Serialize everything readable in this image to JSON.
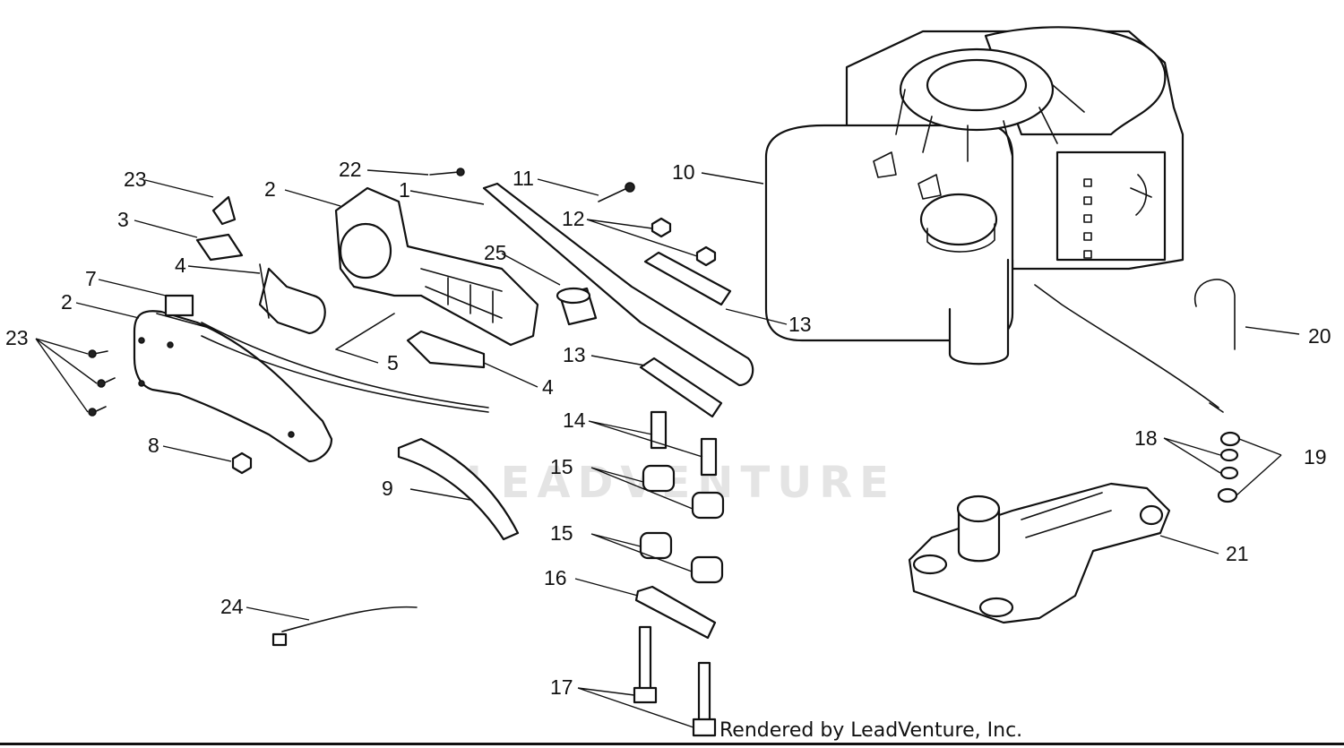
{
  "watermark": "LEADVENTURE",
  "footer": "Rendered by LeadVenture, Inc.",
  "callouts": [
    {
      "id": "c1",
      "text": "1"
    },
    {
      "id": "c2a",
      "text": "2"
    },
    {
      "id": "c2b",
      "text": "2"
    },
    {
      "id": "c3",
      "text": "3"
    },
    {
      "id": "c4a",
      "text": "4"
    },
    {
      "id": "c4b",
      "text": "4"
    },
    {
      "id": "c5",
      "text": "5"
    },
    {
      "id": "c7",
      "text": "7"
    },
    {
      "id": "c8",
      "text": "8"
    },
    {
      "id": "c9",
      "text": "9"
    },
    {
      "id": "c10",
      "text": "10"
    },
    {
      "id": "c11",
      "text": "11"
    },
    {
      "id": "c12",
      "text": "12"
    },
    {
      "id": "c13a",
      "text": "13"
    },
    {
      "id": "c13b",
      "text": "13"
    },
    {
      "id": "c14",
      "text": "14"
    },
    {
      "id": "c15a",
      "text": "15"
    },
    {
      "id": "c15b",
      "text": "15"
    },
    {
      "id": "c16",
      "text": "16"
    },
    {
      "id": "c17",
      "text": "17"
    },
    {
      "id": "c18",
      "text": "18"
    },
    {
      "id": "c19",
      "text": "19"
    },
    {
      "id": "c20",
      "text": "20"
    },
    {
      "id": "c21",
      "text": "21"
    },
    {
      "id": "c22a",
      "text": "22"
    },
    {
      "id": "c22b",
      "text": "22"
    },
    {
      "id": "c23",
      "text": "23"
    },
    {
      "id": "c24",
      "text": "24"
    },
    {
      "id": "c25",
      "text": "25"
    }
  ]
}
